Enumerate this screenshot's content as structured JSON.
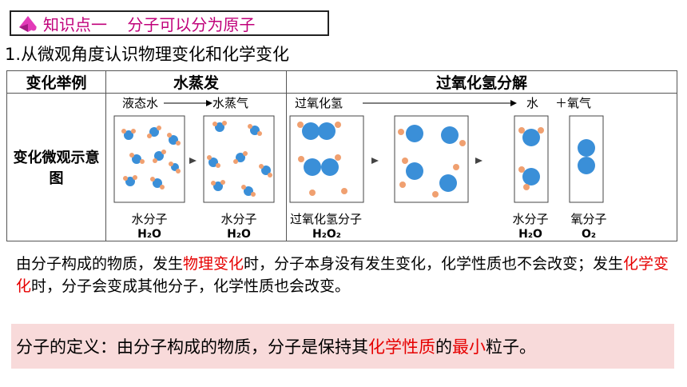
{
  "title": {
    "text": "知识点一    分子可以分为原子"
  },
  "subtitle": "1.从微观角度认识物理变化和化学变化",
  "table": {
    "col1_header": "变化举例",
    "col2_header": "水蒸发",
    "col3_header": "过氧化氢分解",
    "row_label": "变化微观示意图",
    "evap": {
      "from": "液态水",
      "to": "水蒸气",
      "left_caption": "水分子",
      "left_formula": "H₂O",
      "right_caption": "水分子",
      "right_formula": "H₂O"
    },
    "decomp": {
      "from": "过氧化氢",
      "to_water": "水",
      "plus_oxygen": "＋氧气",
      "caption_h2o2": "过氧化氢分子",
      "formula_h2o2": "H₂O₂",
      "caption_water": "水分子",
      "formula_water": "H₂O",
      "caption_oxygen": "氧分子",
      "formula_oxygen": "O₂"
    }
  },
  "paragraph": {
    "p1": "由分子构成的物质，发生",
    "p1_red": "物理变化",
    "p2": "时，分子本身没有发生变化，化学性质也不会改变；发生",
    "p2_red": "化学变化",
    "p3": "时，分子会变成其他分子，化学性质也会改变。"
  },
  "definition": {
    "d1": "分子的定义：由分子构成的物质，分子是保持其",
    "d1_red": "化学性质",
    "d2": "的",
    "d2_red": "最小",
    "d3": "粒子。"
  },
  "colors": {
    "title_text": "#c0007a",
    "highlight": "#e60000",
    "definition_bg": "#f8dada",
    "oxygen_atom": "#3a8fd8",
    "hydrogen_atom": "#f0a070"
  }
}
